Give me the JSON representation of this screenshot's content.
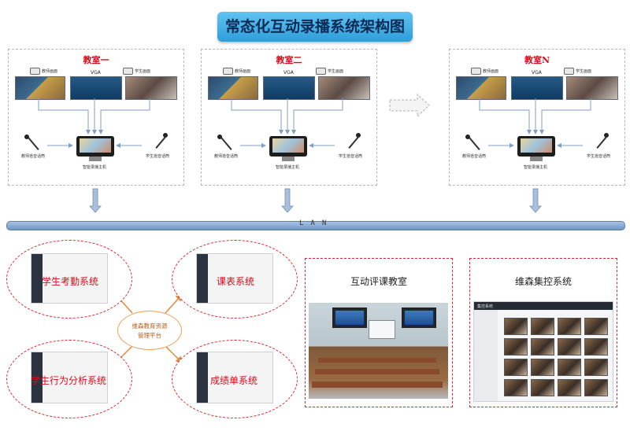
{
  "title": "常态化互动录播系统架构图",
  "rooms": [
    {
      "name": "教室一",
      "cam_teacher": "教师画面",
      "cam_vga": "VGA",
      "cam_student": "学生画面",
      "mic_teacher": "教师拾音话筒",
      "mic_student": "学生拾音话筒",
      "host": "智能录播主机"
    },
    {
      "name": "教室二",
      "cam_teacher": "教师画面",
      "cam_vga": "VGA",
      "cam_student": "学生画面",
      "mic_teacher": "教师拾音话筒",
      "mic_student": "学生拾音话筒",
      "host": "智能录播主机"
    },
    {
      "name": "教室N",
      "cam_teacher": "教师画面",
      "cam_vga": "VGA",
      "cam_student": "学生画面",
      "mic_teacher": "教师拾音话筒",
      "mic_student": "学生拾音话筒",
      "host": "智能录播主机"
    }
  ],
  "lan": "LAN",
  "platform": {
    "line1": "维森教育资源",
    "line2": "管理平台"
  },
  "systems": [
    "学生考勤系统",
    "课表系统",
    "学生行为分析系统",
    "成绩单系统"
  ],
  "boxes": [
    {
      "title": "互动评课教室"
    },
    {
      "title": "维森集控系统",
      "app_title": "集控系统"
    }
  ],
  "colors": {
    "accent_red": "#d0101e",
    "title_bg": "#3aaee6",
    "lan": "#8fb0d8",
    "arrow": "#7f9fc4"
  }
}
